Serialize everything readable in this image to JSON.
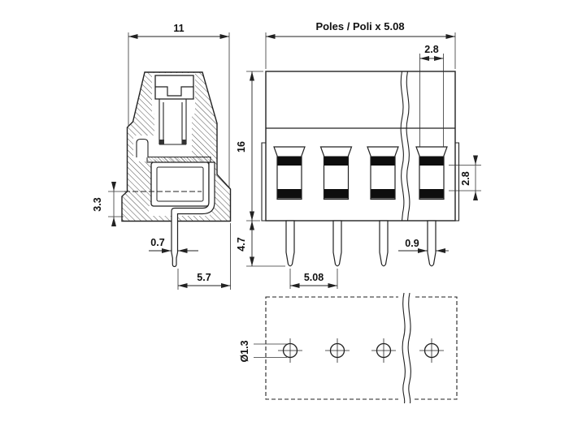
{
  "page": {
    "background": "#ffffff",
    "type": "technical-drawing"
  },
  "views": {
    "side_view": {
      "label": "side-section-view",
      "dims": {
        "overall_width": "11",
        "wire_center_height": "3.3",
        "pin_thickness": "0.7",
        "pin_to_back": "5.7"
      }
    },
    "front_view": {
      "label": "front-view",
      "poles_shown": 4,
      "dims": {
        "total_width": "Poles / Poli x 5.08",
        "opening_width": "2.8",
        "body_height": "16",
        "opening_height": "2.8",
        "pin_length": "4.7",
        "pin_width": "0.9",
        "pin_pitch": "5.08"
      }
    },
    "bottom_view": {
      "label": "pcb-hole-pattern-view",
      "holes_shown": 4,
      "dims": {
        "hole_diameter": "Ø1.3"
      }
    }
  },
  "colors": {
    "line": "#222222",
    "fill": "#0e0e0e",
    "background": "#ffffff"
  }
}
